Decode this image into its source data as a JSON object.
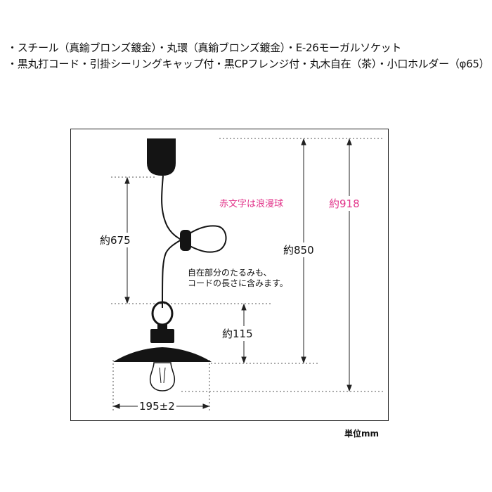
{
  "specs": {
    "line1": "・スチール（真鍮ブロンズ鍍金）・丸環（真鍮ブロンズ鍍金）・E-26モーガルソケット",
    "line2": "・黒丸打コード・引掛シーリングキャップ付・黒CPフレンジ付・丸木自在（茶）・小口ホルダー（φ65）"
  },
  "dimensions": {
    "cord_length": "約675",
    "shade_height": "約115",
    "length_to_shade": "約850",
    "total_length": "約918",
    "shade_width": "195±2"
  },
  "notes": {
    "red_text_legend": "赤文字は浪漫球",
    "adjuster_line1": "自在部分のたるみも、",
    "adjuster_line2": "コードの長さに含みます。"
  },
  "unit": "単位mm",
  "colors": {
    "accent_red": "#e2348a",
    "lamp_dark": "#141414"
  }
}
